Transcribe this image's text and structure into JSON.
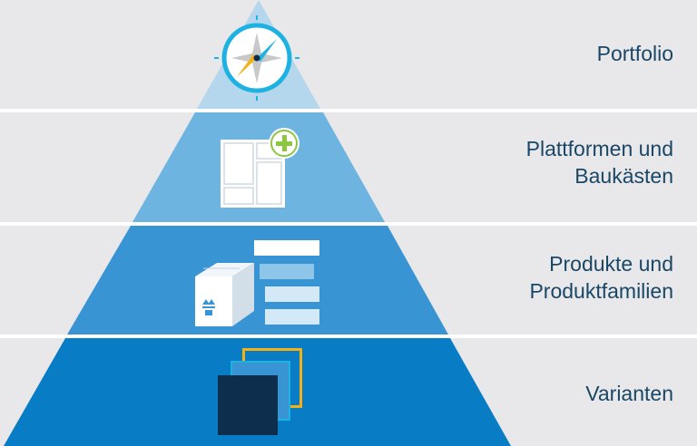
{
  "levels": [
    {
      "label_lines": [
        "Portfolio"
      ],
      "icon": "compass-icon",
      "color": "#b5d7ee"
    },
    {
      "label_lines": [
        "Plattformen und",
        "Baukästen"
      ],
      "icon": "platform-modules-icon",
      "color": "#6db4e0"
    },
    {
      "label_lines": [
        "Produkte und",
        "Produktfamilien"
      ],
      "icon": "products-boxes-icon",
      "color": "#3994d3"
    },
    {
      "label_lines": [
        "Varianten"
      ],
      "icon": "variants-stack-icon",
      "color": "#087cc4"
    }
  ],
  "colors": {
    "band_background": "#e8e8ea",
    "label_text": "#1a4766",
    "accent_green": "#8dc63f",
    "accent_yellow": "#f5b013",
    "accent_cyan": "#1eb2e3",
    "dark_navy": "#0d2e4c"
  }
}
